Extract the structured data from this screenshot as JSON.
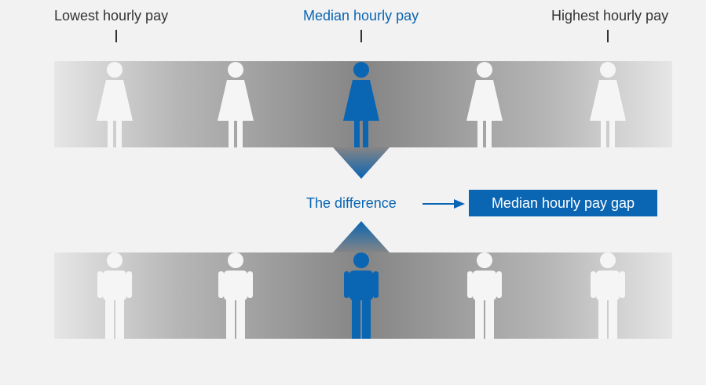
{
  "labels": {
    "lowest": "Lowest hourly pay",
    "median": "Median hourly pay",
    "highest": "Highest hourly pay"
  },
  "difference_label": "The difference",
  "gap_label": "Median hourly pay gap",
  "colors": {
    "accent": "#0a65b3",
    "figure_light": "#f5f5f5",
    "background": "#f2f2f2",
    "text": "#333333"
  },
  "rows": [
    {
      "figure": "woman-icon",
      "count": 5,
      "highlighted_index": 2
    },
    {
      "figure": "man-icon",
      "count": 5,
      "highlighted_index": 2
    }
  ]
}
